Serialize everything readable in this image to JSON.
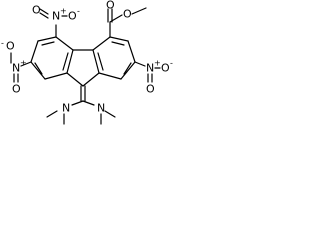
{
  "molecule": {
    "atoms": {
      "no2_top_left": {
        "n": "N",
        "charge_plus": "+",
        "o": "O",
        "charge_minus": "-"
      },
      "no2_mid_left": {
        "n": "N",
        "charge_plus": "+",
        "o": "O",
        "charge_minus": "-"
      },
      "no2_right": {
        "n": "N",
        "charge_plus": "+",
        "o": "O",
        "charge_minus": "-"
      },
      "ester": {
        "o_carbonyl": "O",
        "o_ether": "O"
      },
      "amine_left": {
        "n": "N"
      },
      "amine_right": {
        "n": "N"
      }
    },
    "colors": {
      "line": "#000000",
      "background": "#ffffff"
    }
  }
}
